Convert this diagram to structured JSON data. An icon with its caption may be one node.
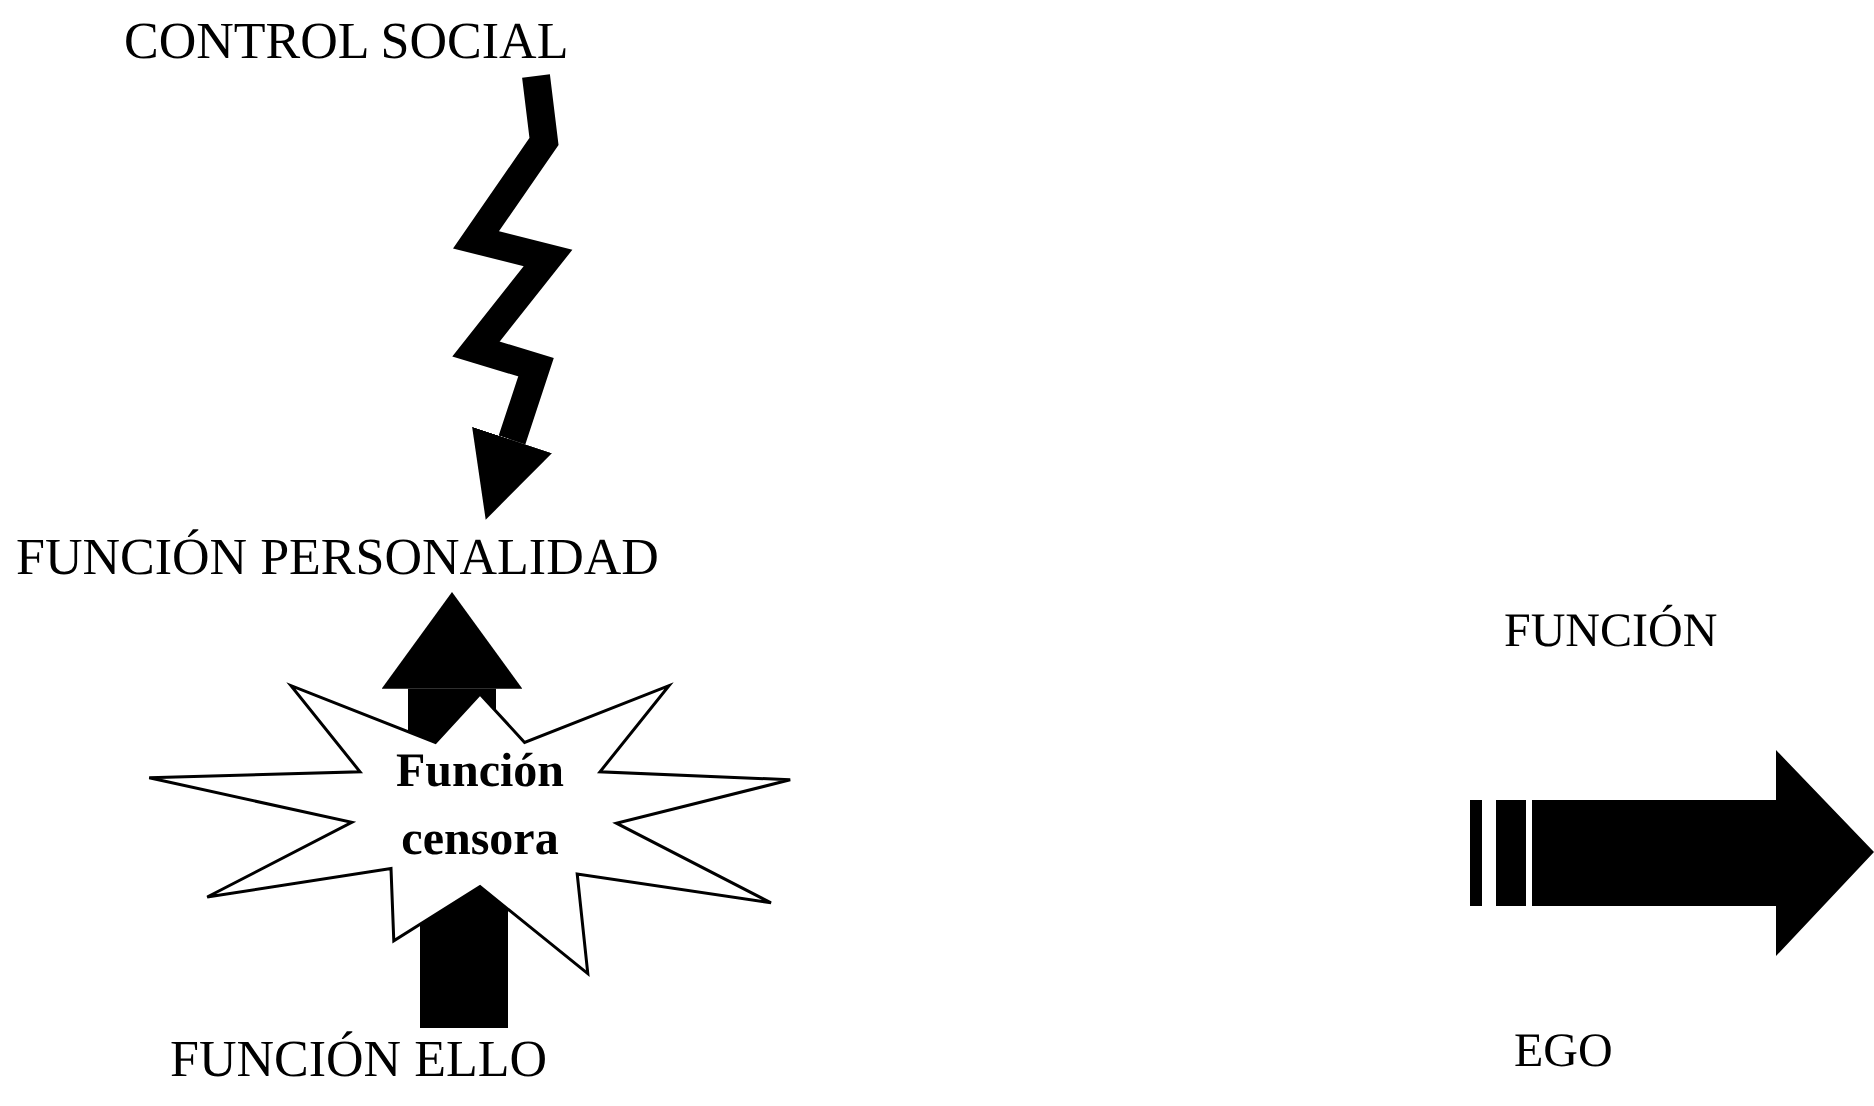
{
  "diagram": {
    "nodes": [
      {
        "text": [
          "CONTROL SOCIAL"
        ]
      },
      {
        "text": [
          "FUNCIÓN PERSONALIDAD"
        ]
      },
      {
        "text": [
          "Función censora"
        ]
      },
      {
        "text": [
          "FUNCIÓN ELLO"
        ]
      }
    ],
    "edges": [
      {
        "from": 0,
        "to": 1,
        "arrow": "to"
      },
      {
        "from": 3,
        "to": 2,
        "arrow": "none"
      },
      {
        "from": 2,
        "to": 1,
        "arrow": "to"
      }
    ],
    "labels": [
      "FUNCIÓN",
      "EGO"
    ]
  }
}
